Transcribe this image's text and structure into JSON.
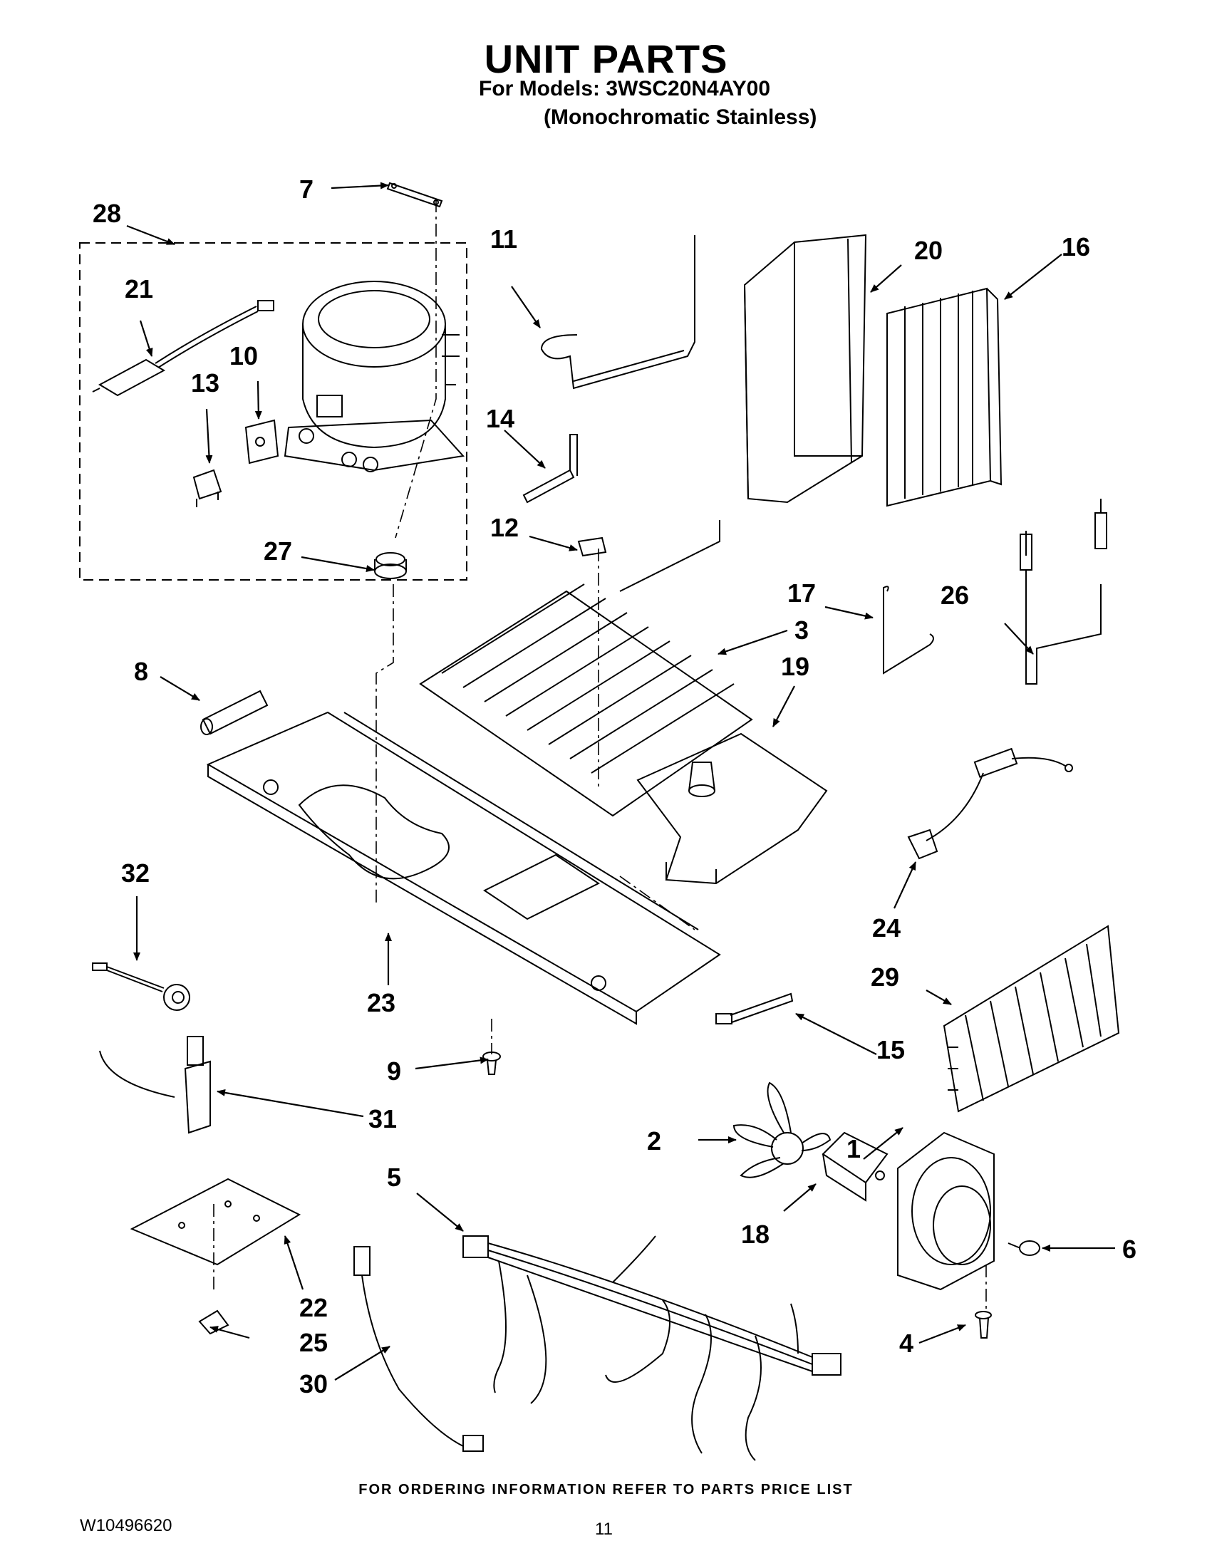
{
  "title": "UNIT PARTS",
  "subtitle": "For Models: 3WSC20N4AY00",
  "subtitle2": "(Monochromatic Stainless)",
  "footer_note": "FOR ORDERING INFORMATION REFER TO PARTS PRICE LIST",
  "doc_id": "W10496620",
  "page_number": "11",
  "callouts": [
    "1",
    "2",
    "3",
    "4",
    "5",
    "6",
    "7",
    "8",
    "9",
    "10",
    "11",
    "12",
    "13",
    "14",
    "15",
    "16",
    "17",
    "18",
    "19",
    "20",
    "21",
    "22",
    "23",
    "24",
    "25",
    "26",
    "27",
    "28",
    "29",
    "30",
    "31",
    "32"
  ]
}
